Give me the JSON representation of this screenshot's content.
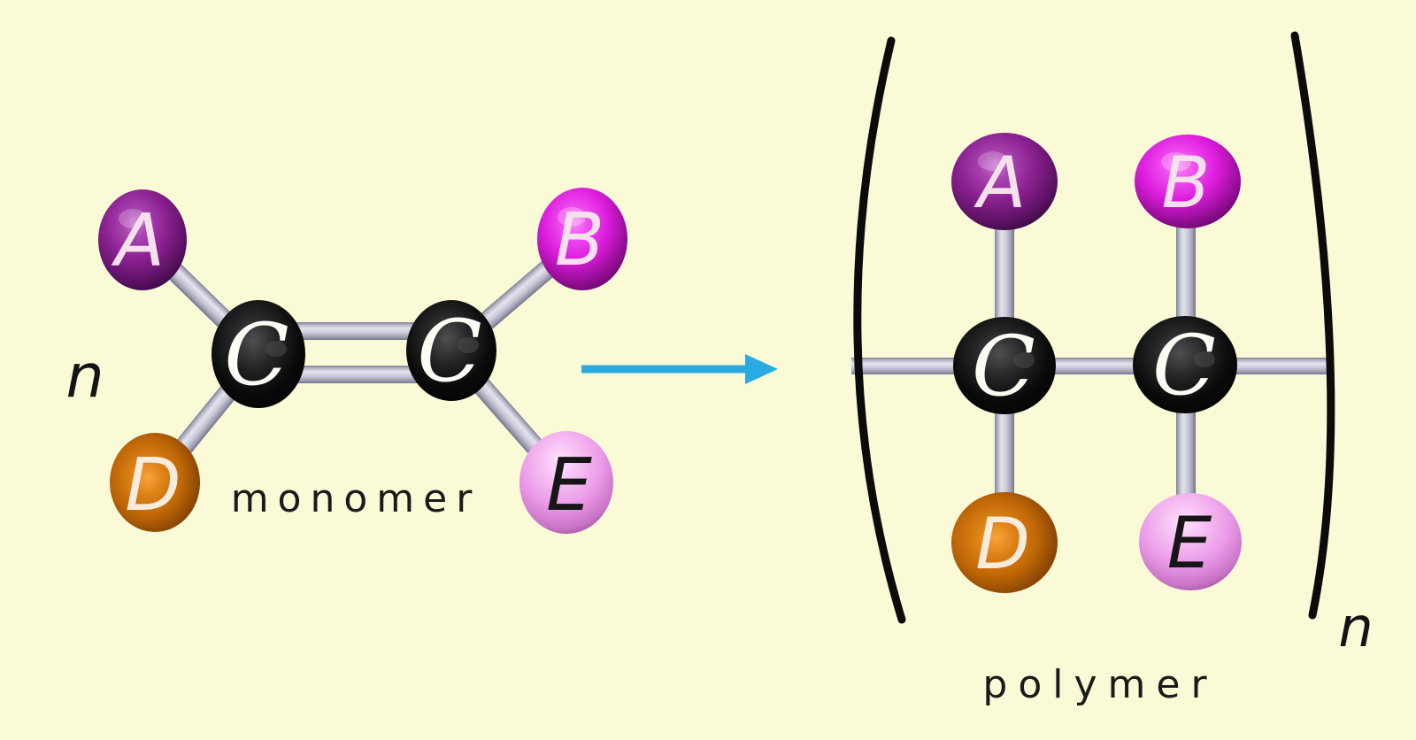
{
  "monomer": {
    "label": "monomer",
    "coefficient_n": "n",
    "atom_a": "A",
    "atom_b": "B",
    "atom_c1": "C",
    "atom_c2": "C",
    "atom_d": "D",
    "atom_e": "E"
  },
  "polymer": {
    "label": "polymer",
    "subscript_n": "n",
    "atom_a": "A",
    "atom_b": "B",
    "atom_c1": "C",
    "atom_c2": "C",
    "atom_d": "D",
    "atom_e": "E"
  },
  "colors": {
    "background": "#FAFAD6",
    "arrow": "#29ABE2",
    "atom_a": "#8B2191",
    "atom_b": "#DE1EDE",
    "atom_c": "#0A0A0A",
    "atom_d": "#BF6707",
    "atom_e": "#EA9AE7",
    "bond": "#C9C9D8",
    "bracket": "#0B0B0B",
    "text": "#1A1A1A"
  }
}
